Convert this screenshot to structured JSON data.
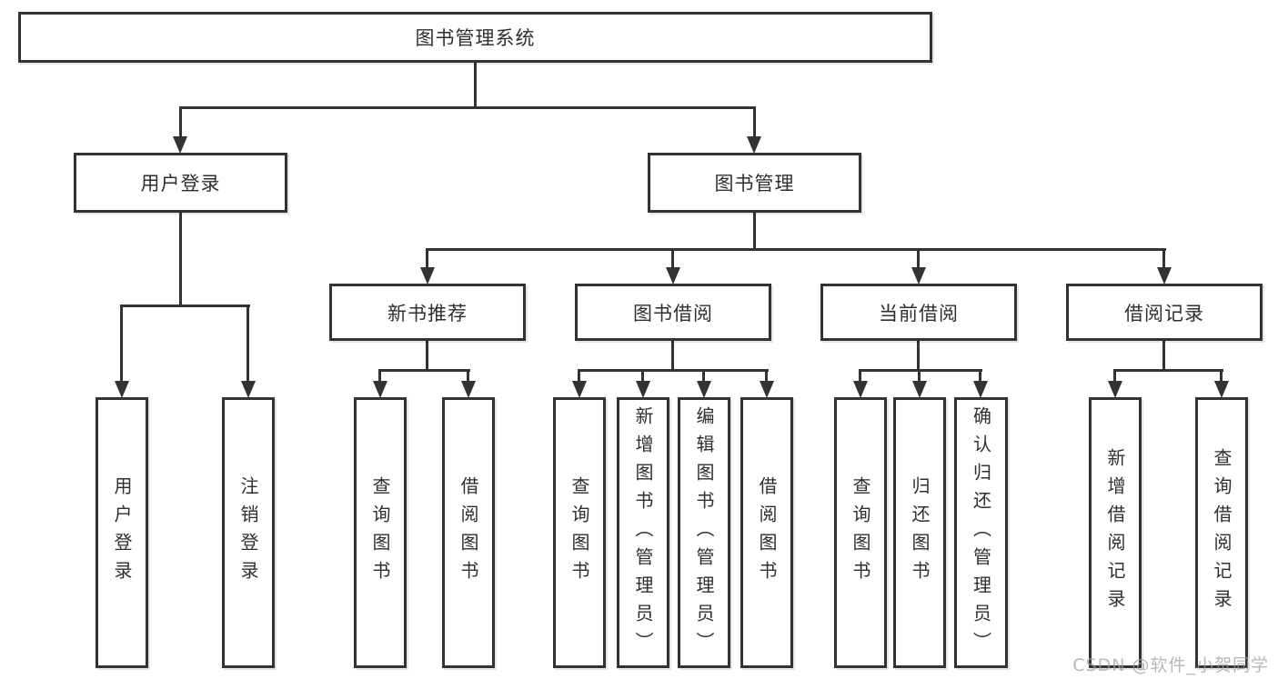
{
  "diagram": {
    "title": "图书管理系统",
    "tree": {
      "root": {
        "label": "图书管理系统",
        "children": [
          {
            "label": "用户登录",
            "children": [
              {
                "label": "用户登录"
              },
              {
                "label": "注销登录"
              }
            ]
          },
          {
            "label": "图书管理",
            "children": [
              {
                "label": "新书推荐",
                "children": [
                  {
                    "label": "查询图书"
                  },
                  {
                    "label": "借阅图书"
                  }
                ]
              },
              {
                "label": "图书借阅",
                "children": [
                  {
                    "label": "查询图书"
                  },
                  {
                    "label": "新增图书（管理员）"
                  },
                  {
                    "label": "编辑图书（管理员）"
                  },
                  {
                    "label": "借阅图书"
                  }
                ]
              },
              {
                "label": "当前借阅",
                "children": [
                  {
                    "label": "查询图书"
                  },
                  {
                    "label": "归还图书"
                  },
                  {
                    "label": "确认归还（管理员）"
                  }
                ]
              },
              {
                "label": "借阅记录",
                "children": [
                  {
                    "label": "新增借阅记录"
                  },
                  {
                    "label": "查询借阅记录"
                  }
                ]
              }
            ]
          }
        ]
      }
    },
    "colors": {
      "line": "#333333",
      "box_fill": "#ffffff",
      "text": "#2f2f2f",
      "watermark": "#a0a0a0"
    }
  },
  "watermark": {
    "text": "CSDN @软件_小贺同学"
  }
}
